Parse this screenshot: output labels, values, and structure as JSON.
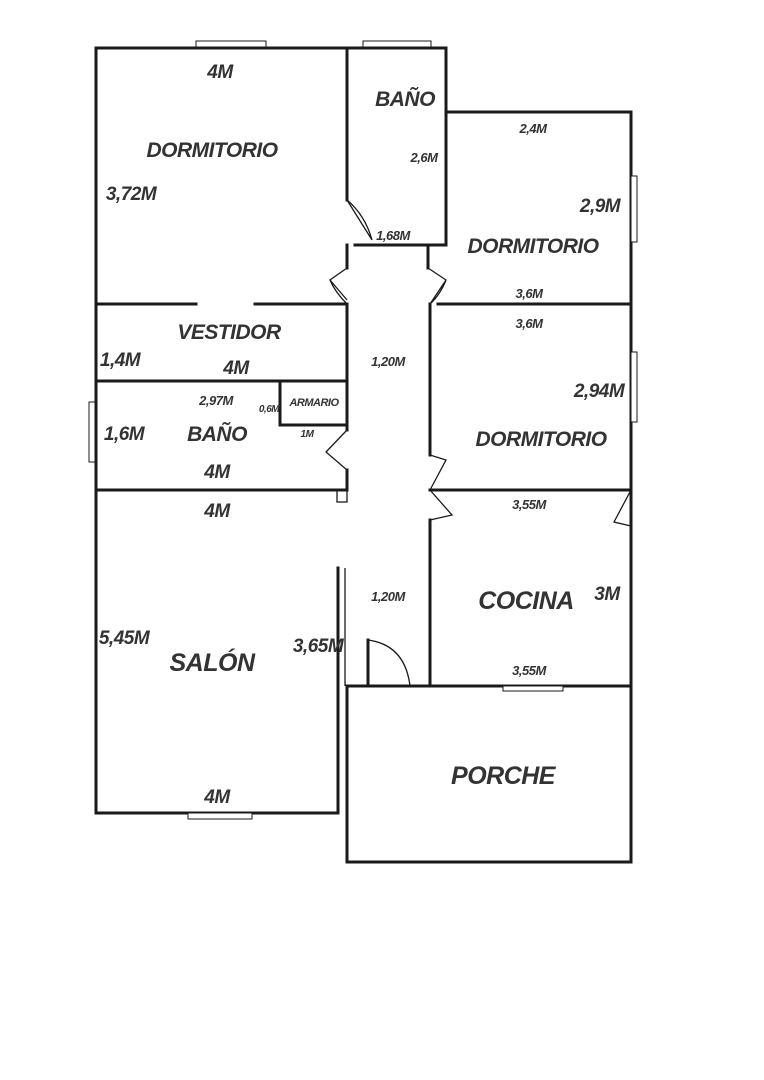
{
  "rooms": {
    "dormitorio_nw": "DORMITORIO",
    "bano_top": "BAÑO",
    "dormitorio_ne": "DORMITORIO",
    "vestidor": "VESTIDOR",
    "armario": "ARMARIO",
    "bano_mid": "BAÑO",
    "dormitorio_e": "DORMITORIO",
    "cocina": "COCINA",
    "salon": "SALÓN",
    "porche": "PORCHE"
  },
  "dims": {
    "dorm_nw_width": "4M",
    "dorm_nw_depth": "3,72M",
    "bano_top_depth": "2,6M",
    "bano_top_width": "1,68M",
    "dorm_ne_top": "2,4M",
    "dorm_ne_depth": "2,9M",
    "dorm_ne_bottom": "3,6M",
    "vestidor_depth": "1,4M",
    "vestidor_width": "4M",
    "bano_mid_top": "2,97M",
    "armario_depth": "0,6M",
    "armario_width": "1M",
    "bano_mid_depth": "1,6M",
    "bano_mid_bottom": "4M",
    "hall_upper": "1,20M",
    "dorm_e_top": "3,6M",
    "dorm_e_depth": "2,94M",
    "cocina_top": "3,55M",
    "cocina_depth": "3M",
    "cocina_bottom": "3,55M",
    "hall_lower": "1,20M",
    "salon_top": "4M",
    "salon_depth_left": "5,45M",
    "salon_depth_right": "3,65M",
    "salon_bottom": "4M"
  }
}
